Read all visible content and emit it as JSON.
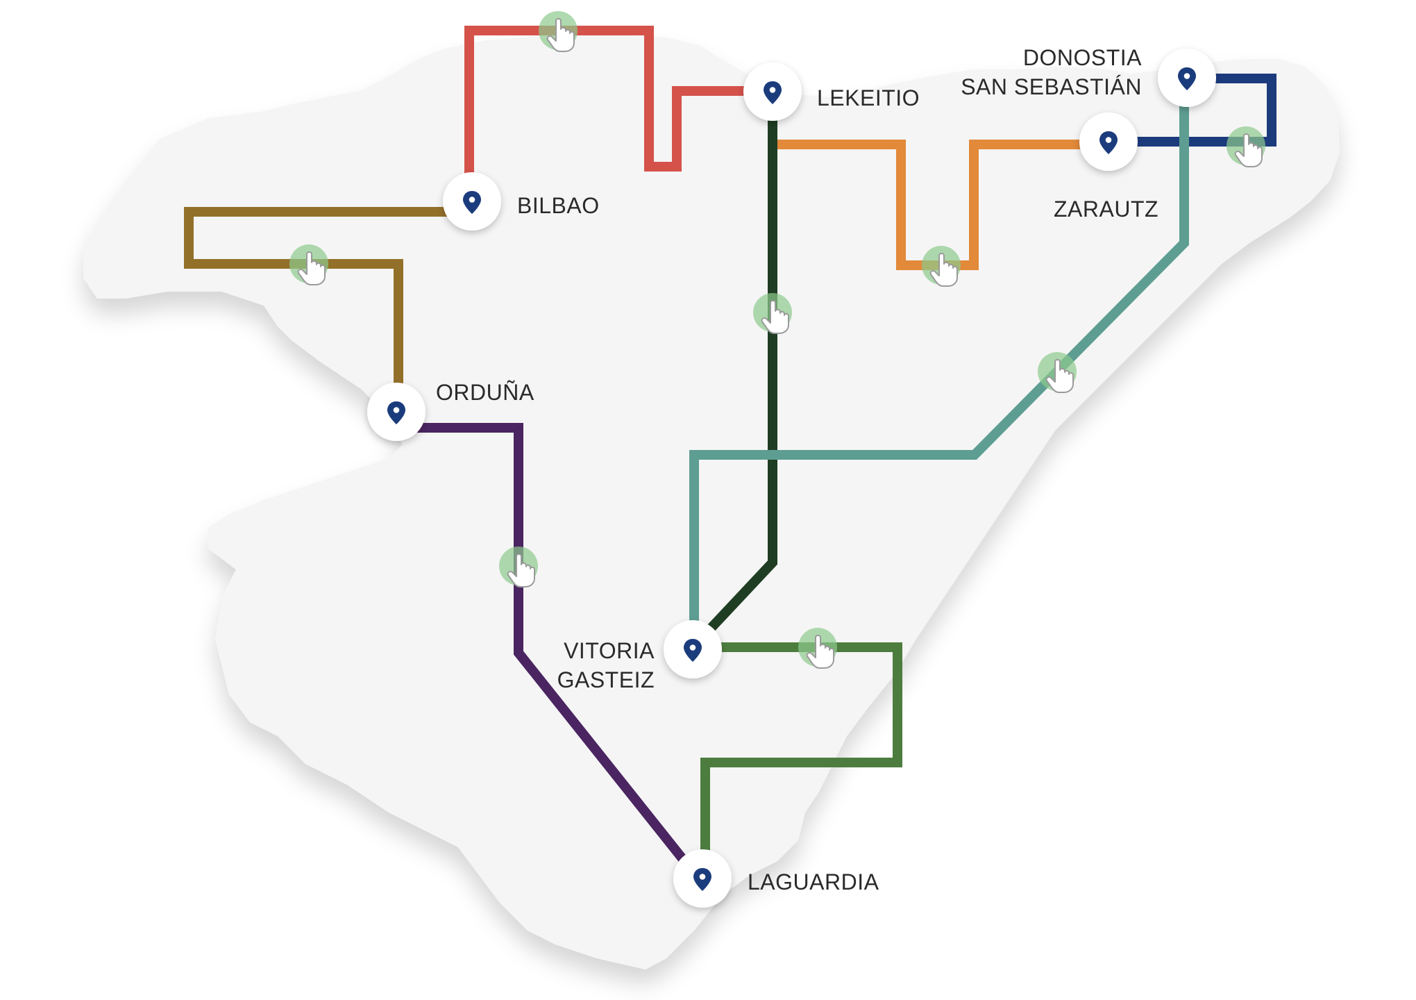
{
  "map": {
    "land_color": "#f5f5f5",
    "pin_color": "#1b3c7c",
    "hotspot_color": "#8dca8d"
  },
  "stops": {
    "bilbao": "BILBAO",
    "lekeitio": "LEKEITIO",
    "donostia_line1": "DONOSTIA",
    "donostia_line2": "SAN SEBASTIÁN",
    "zarautz": "ZARAUTZ",
    "orduna": "ORDUÑA",
    "vitoria_line1": "VITORIA",
    "vitoria_line2": "GASTEIZ",
    "laguardia": "LAGUARDIA"
  },
  "routes": [
    {
      "from": "BILBAO",
      "to": "LEKEITIO",
      "color": "#d4524a"
    },
    {
      "from": "LEKEITIO",
      "to": "ZARAUTZ",
      "color": "#e2893a"
    },
    {
      "from": "ZARAUTZ",
      "to": "DONOSTIA SAN SEBASTIÁN",
      "color": "#1c3b7d"
    },
    {
      "from": "BILBAO",
      "to": "ORDUÑA",
      "color": "#93702a"
    },
    {
      "from": "ORDUÑA",
      "to": "LAGUARDIA",
      "color": "#4a2561"
    },
    {
      "from": "LEKEITIO",
      "to": "VITORIA GASTEIZ",
      "color": "#1f3d22"
    },
    {
      "from": "DONOSTIA SAN SEBASTIÁN",
      "to": "VITORIA GASTEIZ",
      "color": "#5e9e92"
    },
    {
      "from": "VITORIA GASTEIZ",
      "to": "LAGUARDIA",
      "color": "#4d7d3e"
    }
  ],
  "hotspot_icon": "hand-pointer-icon",
  "pin_icon": "map-pin-icon"
}
